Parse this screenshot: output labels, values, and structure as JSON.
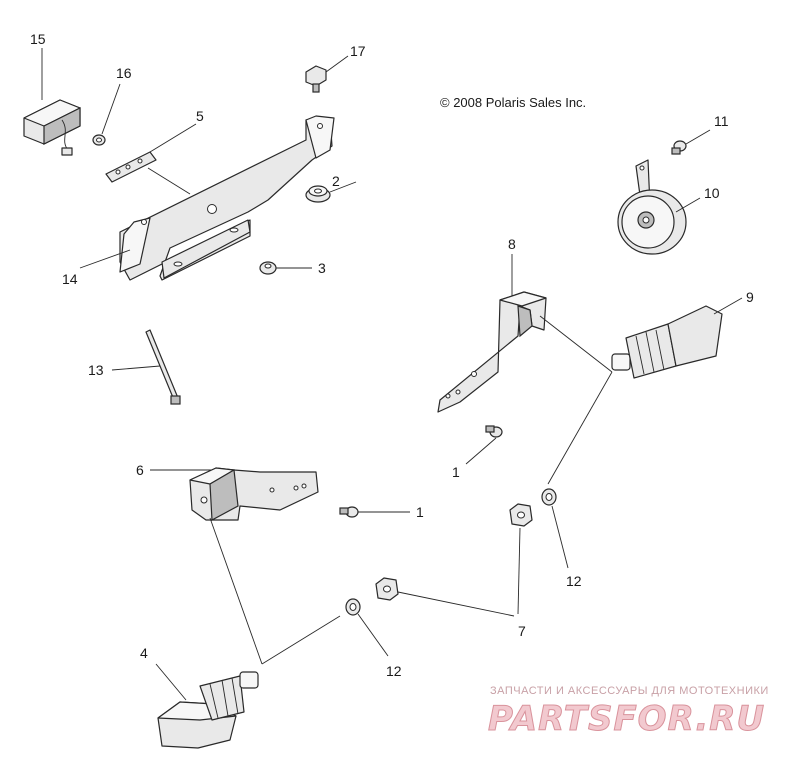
{
  "copyright": "© 2008 Polaris Sales Inc.",
  "callouts": {
    "c1a": "1",
    "c1b": "1",
    "c2": "2",
    "c3": "3",
    "c4": "4",
    "c5": "5",
    "c6": "6",
    "c7": "7",
    "c8": "8",
    "c9": "9",
    "c10": "10",
    "c11": "11",
    "c12a": "12",
    "c12b": "12",
    "c13": "13",
    "c14": "14",
    "c15": "15",
    "c16": "16",
    "c17": "17"
  },
  "watermark": {
    "tagline": "ЗАПЧАСТИ И АКСЕССУАРЫ ДЛЯ МОТОТЕХНИКИ",
    "logo": "PARTSFOR.RU"
  }
}
